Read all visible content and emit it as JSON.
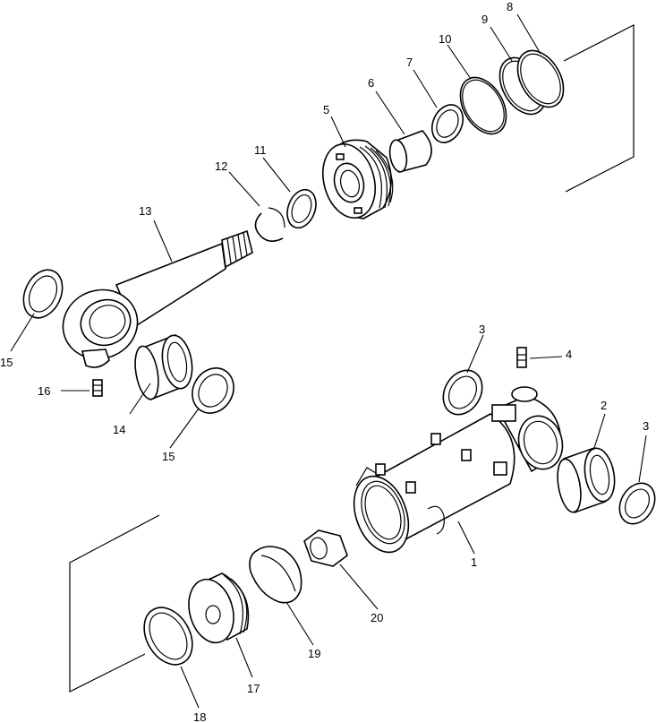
{
  "labels": {
    "p1": "1",
    "p2": "2",
    "p3a": "3",
    "p3b": "3",
    "p4": "4",
    "p5": "5",
    "p6": "6",
    "p7": "7",
    "p8": "8",
    "p9": "9",
    "p10": "10",
    "p11": "11",
    "p12": "12",
    "p13": "13",
    "p14": "14",
    "p15a": "15",
    "p15b": "15",
    "p16": "16",
    "p17": "17",
    "p18": "18",
    "p19": "19",
    "p20": "20"
  },
  "colors": {
    "line": "#000000",
    "background": "#ffffff"
  }
}
